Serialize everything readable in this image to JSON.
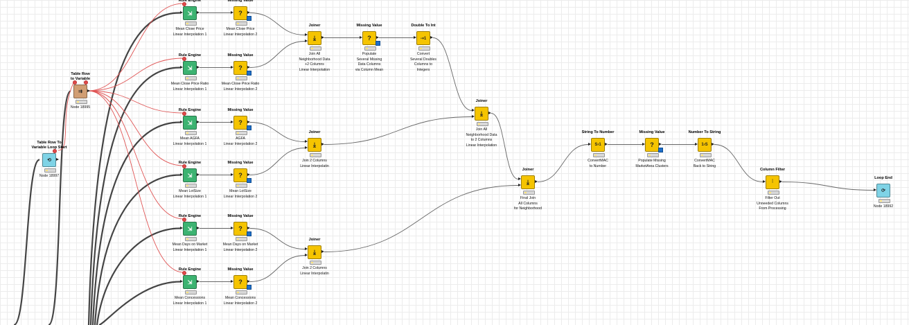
{
  "nodes": [
    {
      "id": "n_tr2var",
      "type": "tr2var",
      "title": "Table Row\nto Variable",
      "label": "Node 18995",
      "icon": "table-row-to-variable-icon",
      "glyph": "⇉"
    },
    {
      "id": "n_loopstart",
      "type": "loopstart",
      "title": "Table Row To\nVariable Loop Start",
      "label": "Node 18997",
      "icon": "loop-start-icon",
      "glyph": "⟲"
    },
    {
      "id": "n_re1",
      "type": "rule",
      "title": "Rule Engine",
      "label": "Mean Close Price\nLinear Interpolation 1",
      "icon": "rule-engine-icon",
      "glyph": "⇲"
    },
    {
      "id": "n_re2",
      "type": "rule",
      "title": "Rule Engine",
      "label": "Mean Close Price Ratio\nLinear Interpolation 1",
      "icon": "rule-engine-icon",
      "glyph": "⇲"
    },
    {
      "id": "n_re3",
      "type": "rule",
      "title": "Rule Engine",
      "label": "Mean AGFA\nLinear Interpolation 1",
      "icon": "rule-engine-icon",
      "glyph": "⇲"
    },
    {
      "id": "n_re4",
      "type": "rule",
      "title": "Rule Engine",
      "label": "Mean LotSize\nLinear Interpolation 1",
      "icon": "rule-engine-icon",
      "glyph": "⇲"
    },
    {
      "id": "n_re5",
      "type": "rule",
      "title": "Rule Engine",
      "label": "Mean Days on Market\nLinear Interpolation 1",
      "icon": "rule-engine-icon",
      "glyph": "⇲"
    },
    {
      "id": "n_re6",
      "type": "rule",
      "title": "Rule Engine",
      "label": "Mean Concessions\nLinear Interpolation 1",
      "icon": "rule-engine-icon",
      "glyph": "⇲"
    },
    {
      "id": "n_mv1",
      "type": "missing",
      "title": "Missing Value",
      "label": "Mean Close Price\nLinear Interpolation 2",
      "icon": "missing-value-icon",
      "glyph": "?"
    },
    {
      "id": "n_mv2",
      "type": "missing",
      "title": "Missing Value",
      "label": "Mean Close Price Ratio\nLinear Interpolation 2",
      "icon": "missing-value-icon",
      "glyph": "?"
    },
    {
      "id": "n_mv3",
      "type": "missing",
      "title": "Missing Value",
      "label": "AGFA\nLinear Interpolation 2",
      "icon": "missing-value-icon",
      "glyph": "?"
    },
    {
      "id": "n_mv4",
      "type": "missing",
      "title": "Missing Value",
      "label": "Mean LotSize\nLinear Interpolation 2",
      "icon": "missing-value-icon",
      "glyph": "?"
    },
    {
      "id": "n_mv5",
      "type": "missing",
      "title": "Missing Value",
      "label": "Mean Days on Market\nLinear Interpolation 2",
      "icon": "missing-value-icon",
      "glyph": "?"
    },
    {
      "id": "n_mv6",
      "type": "missing",
      "title": "Missing Value",
      "label": "Mean Concessions\nLinear Interpolation 2",
      "icon": "missing-value-icon",
      "glyph": "?"
    },
    {
      "id": "n_j1",
      "type": "joiner",
      "title": "Joiner",
      "label": "Join All\nNeighborhood Data\n+2 Columns\nLinear Interpolation",
      "icon": "joiner-icon",
      "glyph": "⤓"
    },
    {
      "id": "n_j2",
      "type": "joiner",
      "title": "Joiner",
      "label": "Join 2 Columns\nLinear Interpolatin",
      "icon": "joiner-icon",
      "glyph": "⤓"
    },
    {
      "id": "n_j3",
      "type": "joiner",
      "title": "Joiner",
      "label": "Join 2 Columns\nLinear Interpolatin",
      "icon": "joiner-icon",
      "glyph": "⤓"
    },
    {
      "id": "n_mvpop",
      "type": "missing",
      "title": "Missing Value",
      "label": "Populate\nSeveral Missing\nData Columns\nvia Column Mean",
      "icon": "missing-value-icon",
      "glyph": "?"
    },
    {
      "id": "n_d2i",
      "type": "convert",
      "title": "Double To Int",
      "label": "Convert\nSeveral Doubles\nColumns to\nIntegers",
      "icon": "double-to-int-icon",
      "glyph": "⇢1"
    },
    {
      "id": "n_j4",
      "type": "joiner",
      "title": "Joiner",
      "label": "Join All\nNeighborhood Data\nto 2 Columns\nLinear Interpolation",
      "icon": "joiner-icon",
      "glyph": "⤓"
    },
    {
      "id": "n_j5",
      "type": "joiner",
      "title": "Joiner",
      "label": "Final Join\nAll Columns\nfor Neighborhood",
      "icon": "joiner-icon",
      "glyph": "⤓"
    },
    {
      "id": "n_s2n",
      "type": "convert",
      "title": "String To Number",
      "label": "ConvertMAC\nto Number",
      "icon": "string-to-number-icon",
      "glyph": "S›1"
    },
    {
      "id": "n_mvmac",
      "type": "missing",
      "title": "Missing Value",
      "label": "Populate Missing\nMarketArea Clusters",
      "icon": "missing-value-icon",
      "glyph": "?"
    },
    {
      "id": "n_n2s",
      "type": "convert",
      "title": "Number To String",
      "label": "ConvertMAC\nBack to String",
      "icon": "number-to-string-icon",
      "glyph": "1›S"
    },
    {
      "id": "n_cf",
      "type": "colfilter",
      "title": "Column Filter",
      "label": "Filter Out\nUnneeded Columns\nFrom Processing",
      "icon": "column-filter-icon",
      "glyph": "⫶"
    },
    {
      "id": "n_loopend",
      "type": "loopend",
      "title": "Loop End",
      "label": "Node 18992",
      "icon": "loop-end-icon",
      "glyph": "⟳"
    }
  ],
  "colors": {
    "data_edge": "#555555",
    "flow_edge": "#e05555",
    "incoming_edge": "#444444",
    "rule_engine": "#3cb371",
    "manipulator": "#f5c400",
    "loop": "#7fd3e6",
    "flow_control": "#d19e73"
  }
}
